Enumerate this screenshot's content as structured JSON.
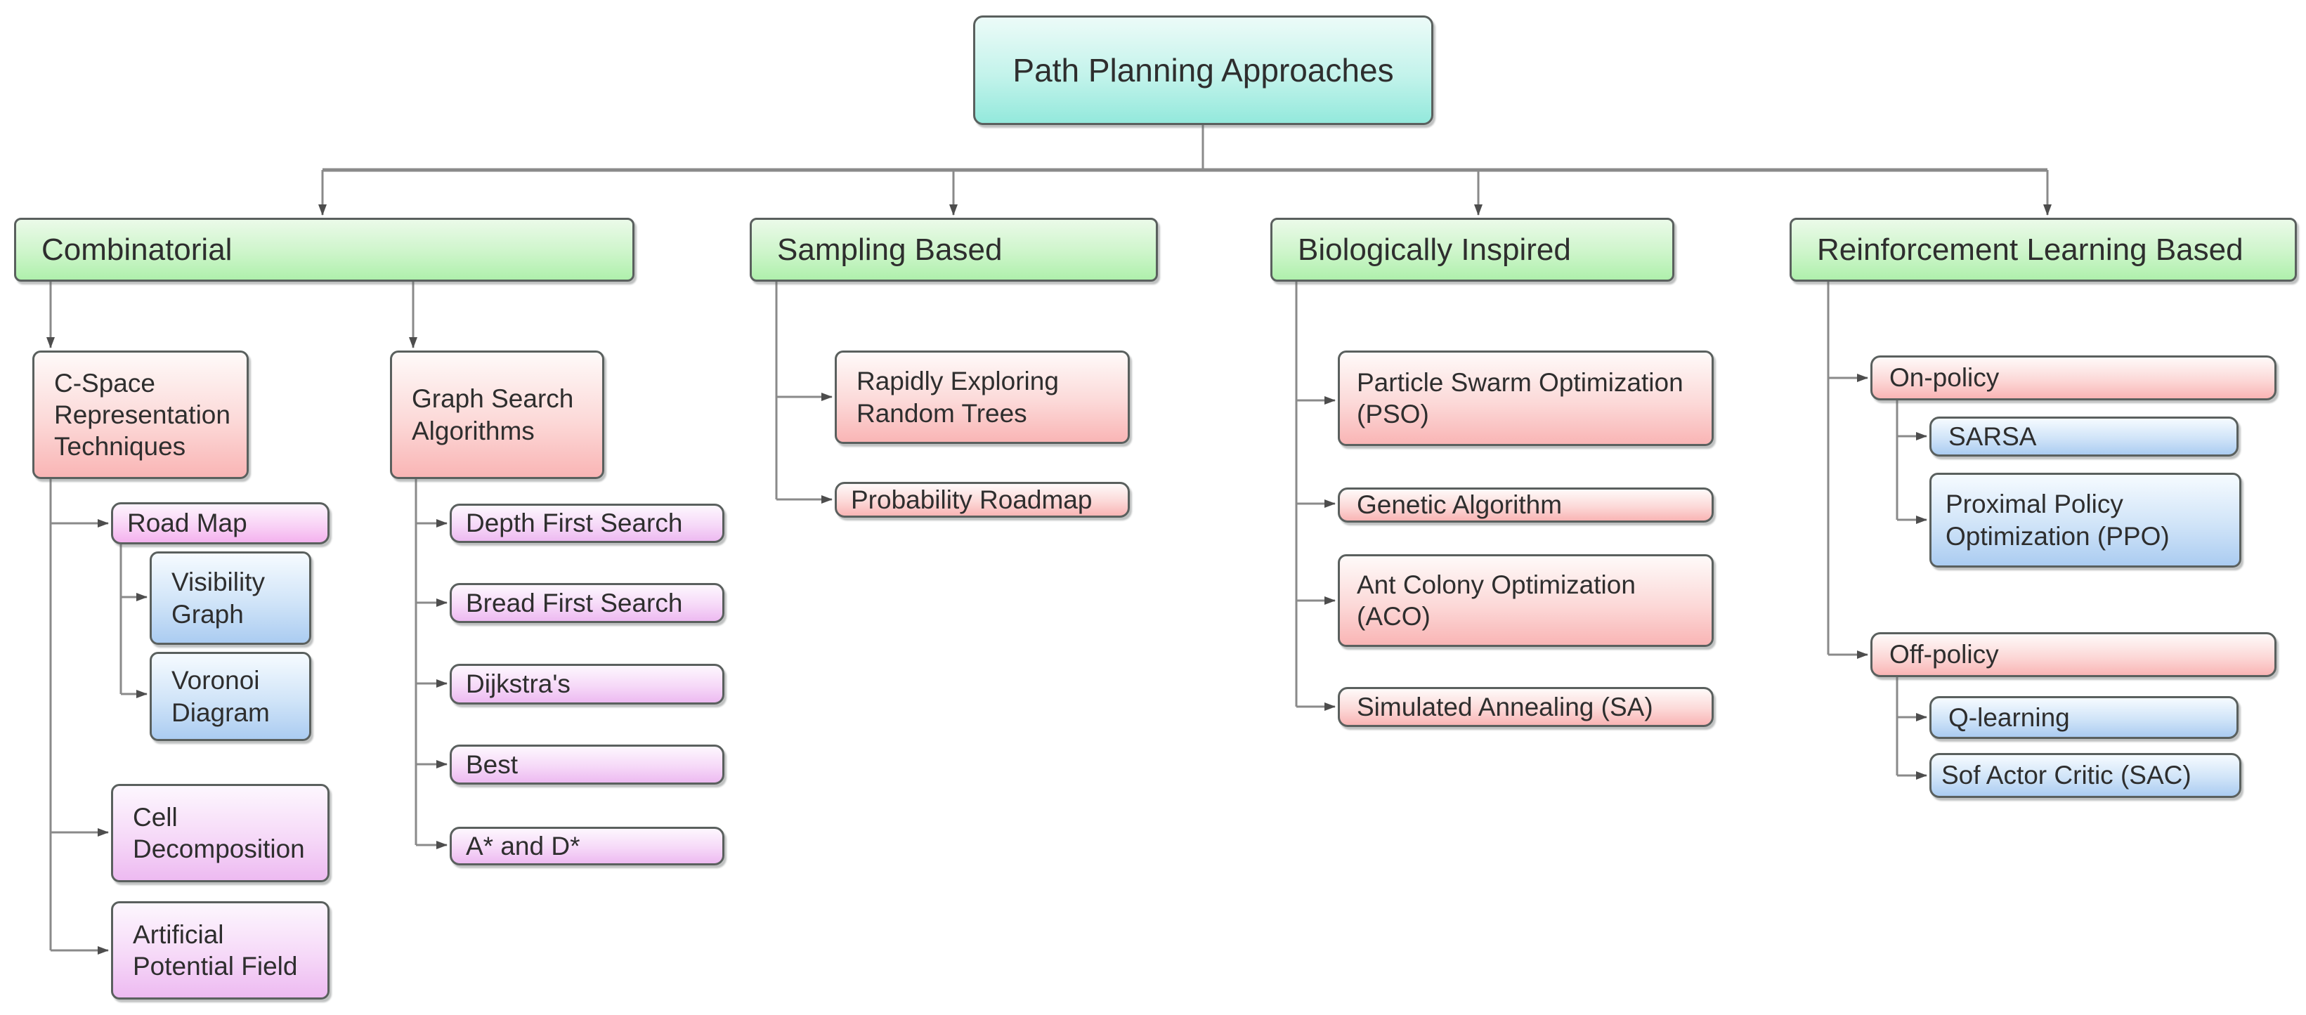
{
  "diagram": {
    "title": "Path Planning Approaches",
    "type": "flowchart-tree",
    "palette": {
      "root_gradient": [
        "#ecfbf8",
        "#93e9dc"
      ],
      "category_gradient": [
        "#ebfae9",
        "#aff0ac"
      ],
      "red_gradient": [
        "#fefaf9",
        "#f9b5b5"
      ],
      "purple_gradient": [
        "#fdf7fe",
        "#edbaf1"
      ],
      "roadmap_gradient": [
        "#fdf4fd",
        "#f4b2ee"
      ],
      "blue_gradient": [
        "#f6fbff",
        "#abccf1"
      ],
      "border": "#5a605e",
      "connector": "#8a8a8a",
      "arrowhead": "#4d4d4d",
      "text": "#2e2e2e"
    }
  },
  "nodes": {
    "root": {
      "label": "Path Planning Approaches"
    },
    "combinatorial": {
      "label": "Combinatorial"
    },
    "sampling": {
      "label": "Sampling Based"
    },
    "bio": {
      "label": "Biologically Inspired"
    },
    "rl": {
      "label": "Reinforcement Learning Based"
    },
    "cspace": {
      "label": "C-Space Representation Techniques"
    },
    "gsa": {
      "label": "Graph Search Algorithms"
    },
    "roadmap": {
      "label": "Road Map"
    },
    "visibility": {
      "label": "Visibility Graph"
    },
    "voronoi": {
      "label": "Voronoi Diagram"
    },
    "cell": {
      "label": "Cell Decomposition"
    },
    "apf": {
      "label": "Artificial Potential Field"
    },
    "dfs": {
      "label": "Depth First Search"
    },
    "bfs": {
      "label": "Bread First Search"
    },
    "dijkstra": {
      "label": "Dijkstra's"
    },
    "best": {
      "label": "Best"
    },
    "astar": {
      "label": "A* and D*"
    },
    "rrt": {
      "label": "Rapidly Exploring Random Trees"
    },
    "prm": {
      "label": "Probability Roadmap"
    },
    "pso": {
      "label": "Particle Swarm Optimization (PSO)"
    },
    "ga": {
      "label": "Genetic Algorithm"
    },
    "aco": {
      "label": "Ant Colony Optimization (ACO)"
    },
    "sa": {
      "label": "Simulated Annealing (SA)"
    },
    "onpolicy": {
      "label": "On-policy"
    },
    "sarsa": {
      "label": "SARSA"
    },
    "ppo": {
      "label": "Proximal Policy Optimization (PPO)"
    },
    "offpolicy": {
      "label": "Off-policy"
    },
    "qlearning": {
      "label": "Q-learning"
    },
    "sac": {
      "label": "Sof Actor Critic (SAC)"
    }
  },
  "hierarchy": {
    "root": [
      "combinatorial",
      "sampling",
      "bio",
      "rl"
    ],
    "combinatorial": [
      "cspace",
      "gsa"
    ],
    "cspace": [
      "roadmap",
      "cell",
      "apf"
    ],
    "roadmap": [
      "visibility",
      "voronoi"
    ],
    "gsa": [
      "dfs",
      "bfs",
      "dijkstra",
      "best",
      "astar"
    ],
    "sampling": [
      "rrt",
      "prm"
    ],
    "bio": [
      "pso",
      "ga",
      "aco",
      "sa"
    ],
    "rl": [
      "onpolicy",
      "offpolicy"
    ],
    "onpolicy": [
      "sarsa",
      "ppo"
    ],
    "offpolicy": [
      "qlearning",
      "sac"
    ]
  }
}
